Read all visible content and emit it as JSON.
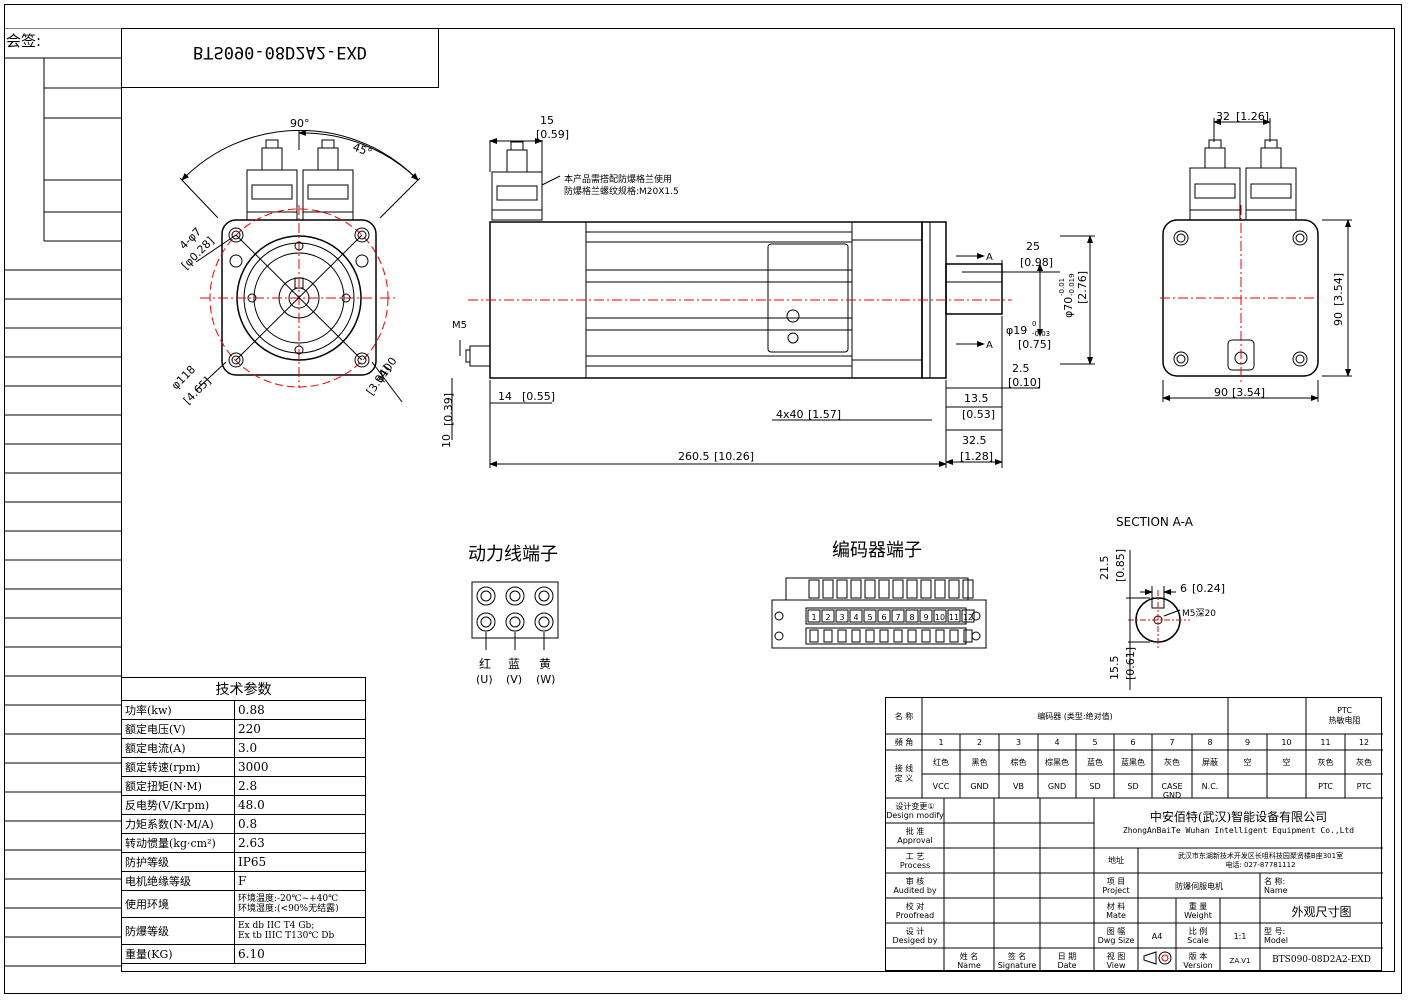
{
  "signature": {
    "label": "会签:"
  },
  "model_reversed": "BTS090-08D2A2-EXD",
  "front_view": {
    "angle_90": "90°",
    "angle_45": "45°",
    "holes": "4-φ7",
    "holes_in": "[φ0.28]",
    "dia_118": "φ118",
    "dia_118_in": "[4.65]",
    "dia_100": "φ100",
    "dia_100_in": "[3.94]"
  },
  "side_view": {
    "dim_15": "15",
    "dim_15_in": "[0.59]",
    "note_line1": "本产品需搭配防爆格兰使用",
    "note_line2": "防爆格兰螺纹规格:M20X1.5",
    "m5": "M5",
    "dim_25": "25",
    "dim_25_in": "[0.98]",
    "section_a": "A",
    "dia_70": "φ70",
    "dia_70_tol_top": "-0.01",
    "dia_70_tol_bot": "-0.019",
    "dia_70_in": "[2.76]",
    "dia_19": "φ19",
    "dia_19_tol_top": "0",
    "dia_19_tol_bot": "-0.03",
    "dia_19_in": "[0.75]",
    "dim_2_5": "2.5",
    "dim_2_5_in": "[0.10]",
    "dim_13_5": "13.5",
    "dim_13_5_in": "[0.53]",
    "dim_14": "14",
    "dim_14_in": "[0.55]",
    "dim_10": "10",
    "dim_10_in": "[0.39]",
    "dim_4x40": "4x40",
    "dim_4x40_in": "[1.57]",
    "dim_32_5": "32.5",
    "dim_32_5_in": "[1.28]",
    "dim_260": "260.5",
    "dim_260_in": "[10.26]"
  },
  "back_view": {
    "dim_32": "32",
    "dim_32_in": "[1.26]",
    "dim_90h": "90",
    "dim_90h_in": "[3.54]",
    "dim_90v": "90",
    "dim_90v_in": "[3.54]"
  },
  "section": {
    "title": "SECTION A-A",
    "dim_21_5": "21.5",
    "dim_21_5_in": "[0.85]",
    "dim_6": "6",
    "dim_6_in": "[0.24]",
    "m5_depth": "M5深20",
    "dim_15_5": "15.5",
    "dim_15_5_in": "[0.61]"
  },
  "power_terminal": {
    "title": "动力线端子",
    "labels": [
      {
        "color": "红",
        "phase": "(U)"
      },
      {
        "color": "蓝",
        "phase": "(V)"
      },
      {
        "color": "黄",
        "phase": "(W)"
      }
    ]
  },
  "encoder_terminal": {
    "title": "编码器端子",
    "pins": [
      "1",
      "2",
      "3",
      "4",
      "5",
      "6",
      "7",
      "8",
      "9",
      "10",
      "11",
      "12"
    ]
  },
  "tech_params": {
    "title": "技术参数",
    "rows": [
      {
        "label": "功率(kw)",
        "value": "0.88"
      },
      {
        "label": "额定电压(V)",
        "value": "220"
      },
      {
        "label": "额定电流(A)",
        "value": "3.0"
      },
      {
        "label": "额定转速(rpm)",
        "value": "3000"
      },
      {
        "label": "额定扭矩(N·M)",
        "value": "2.8"
      },
      {
        "label": "反电势(V/Krpm)",
        "value": "48.0"
      },
      {
        "label": "力矩系数(N·M/A)",
        "value": "0.8"
      },
      {
        "label": "转动惯量(kg·cm²)",
        "value": "2.63"
      },
      {
        "label": "防护等级",
        "value": "IP65"
      },
      {
        "label": "电机绝缘等级",
        "value": "F"
      },
      {
        "label": "使用环境",
        "value": "环境温度:-20℃~+40℃",
        "value2": "环境湿度:(<90%无结露)"
      },
      {
        "label": "防爆等级",
        "value": "Ex db IIC T4 Gb;",
        "value2": "Ex tb IIIC T130℃ Db"
      },
      {
        "label": "重量(KG)",
        "value": "6.10"
      }
    ]
  },
  "pin_table": {
    "name_label": "名 称",
    "encoder_label": "编码器  (类型:绝对值)",
    "ptc_label": "PTC",
    "ptc_label2": "热敏电阻",
    "pin_label": "頻 角",
    "pins": [
      "1",
      "2",
      "3",
      "4",
      "5",
      "6",
      "7",
      "8",
      "9",
      "10",
      "11",
      "12"
    ],
    "def_label": "接 线",
    "def_label2": "定 义",
    "colors": [
      "红色",
      "黑色",
      "棕色",
      "棕黑色",
      "蓝色",
      "蓝黑色",
      "灰色",
      "屏蔽",
      "空",
      "空",
      "灰色",
      "灰色"
    ],
    "signals": [
      "VCC",
      "GND",
      "VB",
      "GND",
      "SD",
      "SD",
      "CASE GND",
      "N.C.",
      "",
      "",
      "PTC",
      "PTC"
    ]
  },
  "title_block": {
    "company_cn": "中安佰特(武汉)智能设备有限公司",
    "company_en": "ZhongAnBaiTe Wuhan Intelligent Equipment Co.,Ltd",
    "design_modify": "设计变更①",
    "design_modify_en": "Design modify",
    "approval": "批 准",
    "approval_en": "Approval",
    "process": "工 艺",
    "process_en": "Process",
    "audited": "审 核",
    "audited_en": "Audited by",
    "proofread": "校 对",
    "proofread_en": "Proofread",
    "designed": "设 计",
    "designed_en": "Desiged by",
    "address_label": "地址",
    "address": "武汉市东湖新技术开发区长咀科技园聚贤楼B座301室",
    "phone": "电话: 027-87781112",
    "project_label": "项 目",
    "project_en": "Project",
    "project": "防爆伺服电机",
    "name_label": "名 称:",
    "name_en": "Name",
    "drawing_name": "外观尺寸图",
    "material": "材 料",
    "material_en": "Mate",
    "weight": "重 量",
    "weight_en": "Weight",
    "size_label": "图 幅",
    "size_en": "Dwg Size",
    "size": "A4",
    "scale_label": "比 例",
    "scale_en": "Scale",
    "scale": "1:1",
    "model_label": "型 号:",
    "model_en": "Model",
    "sign_name": "姓 名",
    "sign_name_en": "Name",
    "sign_sig": "签 名",
    "sign_sig_en": "Signature",
    "sign_date": "日 期",
    "sign_date_en": "Date",
    "view": "视 图",
    "view_en": "View",
    "version": "版 本",
    "version_en": "Version",
    "version_val": "ZA.V1",
    "model": "BTS090-08D2A2-EXD"
  }
}
